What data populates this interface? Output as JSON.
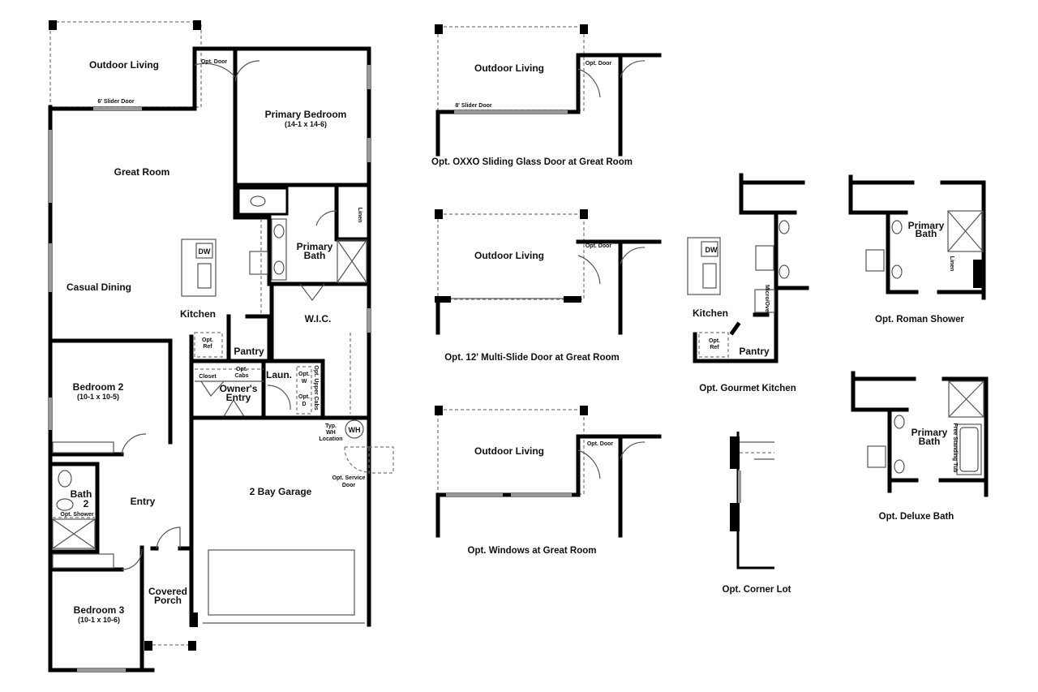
{
  "main_plan": {
    "outdoor_living": "Outdoor Living",
    "slider_door": "6' Slider Door",
    "opt_door": "Opt. Door",
    "primary_bedroom": "Primary Bedroom",
    "primary_bedroom_size": "(14-1 x 14-6)",
    "great_room": "Great Room",
    "casual_dining": "Casual Dining",
    "dw": "DW",
    "kitchen": "Kitchen",
    "primary_bath_1": "Primary",
    "primary_bath_2": "Bath",
    "linen": "Linen",
    "wic": "W.I.C.",
    "opt_ref_1": "Opt.",
    "opt_ref_2": "Ref",
    "pantry": "Pantry",
    "closet": "Closet",
    "opt_cabs_1": "Opt.",
    "opt_cabs_2": "Cabs",
    "laundry": "Laun.",
    "opt_w_1": "Opt.",
    "opt_w_2": "W",
    "opt_d_1": "Opt.",
    "opt_d_2": "D",
    "opt_upper_cabs": "Opt. Upper Cabs",
    "owners_entry_1": "Owner's",
    "owners_entry_2": "Entry",
    "wh_note_1": "Typ.",
    "wh_note_2": "WH",
    "wh_note_3": "Location",
    "wh": "WH",
    "service_door_1": "Opt. Service",
    "service_door_2": "Door",
    "garage": "2 Bay Garage",
    "bedroom2": "Bedroom 2",
    "bedroom2_size": "(10-1 x 10-5)",
    "bath2_1": "Bath",
    "bath2_2": "2",
    "opt_shower": "Opt. Shower",
    "entry": "Entry",
    "bedroom3": "Bedroom 3",
    "bedroom3_size": "(10-1 x 10-6)",
    "porch_1": "Covered",
    "porch_2": "Porch"
  },
  "options": {
    "oxxo": {
      "outdoor_living": "Outdoor Living",
      "slider_door": "8' Slider Door",
      "opt_door": "Opt. Door",
      "caption": "Opt. OXXO Sliding Glass Door at Great Room"
    },
    "multislide": {
      "outdoor_living": "Outdoor Living",
      "opt_door": "Opt. Door",
      "caption": "Opt. 12' Multi-Slide Door at Great Room"
    },
    "windows": {
      "outdoor_living": "Outdoor Living",
      "opt_door": "Opt. Door",
      "caption": "Opt. Windows at Great Room"
    },
    "gourmet": {
      "dw": "DW",
      "kitchen": "Kitchen",
      "opt_ref_1": "Opt.",
      "opt_ref_2": "Ref",
      "pantry": "Pantry",
      "micro_oven": "Micro/Oven",
      "caption": "Opt. Gourmet Kitchen"
    },
    "roman": {
      "primary_bath_1": "Primary",
      "primary_bath_2": "Bath",
      "linen": "Linen",
      "caption": "Opt. Roman Shower"
    },
    "deluxe": {
      "primary_bath_1": "Primary",
      "primary_bath_2": "Bath",
      "tub": "Free Standing Tub",
      "caption": "Opt. Deluxe Bath"
    },
    "corner": {
      "caption": "Opt. Corner Lot"
    }
  }
}
